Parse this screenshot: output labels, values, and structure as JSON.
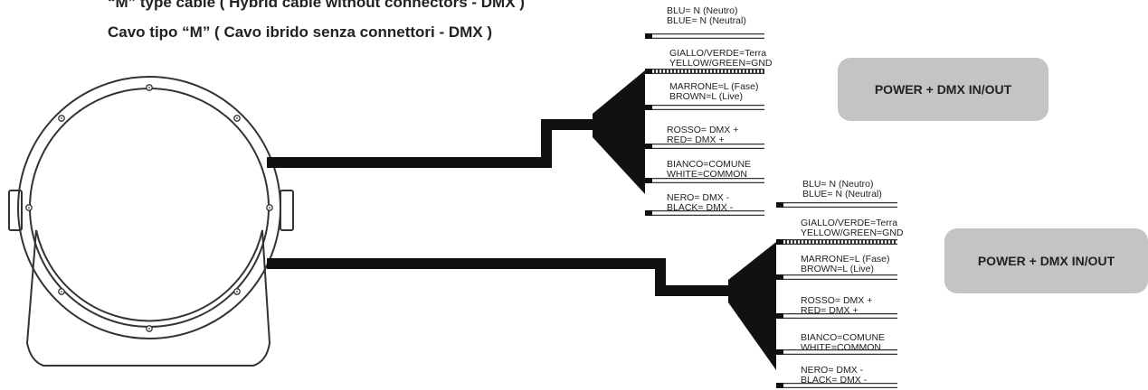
{
  "title_en": "“M” type cable ( Hybrid cable without connectors - DMX )",
  "title_it": "Cavo tipo “M” ( Cavo ibrido senza connettori - DMX )",
  "connections": [
    {
      "badge": "POWER + DMX IN/OUT",
      "wires": [
        {
          "line1": "BLU= N (Neutro)",
          "line2": "BLUE= N (Neutral)"
        },
        {
          "line1": "GIALLO/VERDE=Terra",
          "line2": "YELLOW/GREEN=GND"
        },
        {
          "line1": "MARRONE=L (Fase)",
          "line2": "BROWN=L (Live)"
        },
        {
          "line1": "ROSSO= DMX +",
          "line2": "RED= DMX +"
        },
        {
          "line1": "BIANCO=COMUNE",
          "line2": "WHITE=COMMON"
        },
        {
          "line1": "NERO= DMX -",
          "line2": "BLACK= DMX -"
        }
      ]
    },
    {
      "badge": "POWER + DMX IN/OUT",
      "wires": [
        {
          "line1": "BLU= N (Neutro)",
          "line2": "BLUE= N (Neutral)"
        },
        {
          "line1": "GIALLO/VERDE=Terra",
          "line2": "YELLOW/GREEN=GND"
        },
        {
          "line1": "MARRONE=L (Fase)",
          "line2": "BROWN=L (Live)"
        },
        {
          "line1": "ROSSO= DMX +",
          "line2": "RED= DMX +"
        },
        {
          "line1": "BIANCO=COMUNE",
          "line2": "WHITE=COMMON"
        },
        {
          "line1": "NERO= DMX -",
          "line2": "BLACK= DMX -"
        }
      ]
    }
  ],
  "colors": {
    "cable": "#111111",
    "badge": "#c4c4c4",
    "outline": "#333333"
  }
}
